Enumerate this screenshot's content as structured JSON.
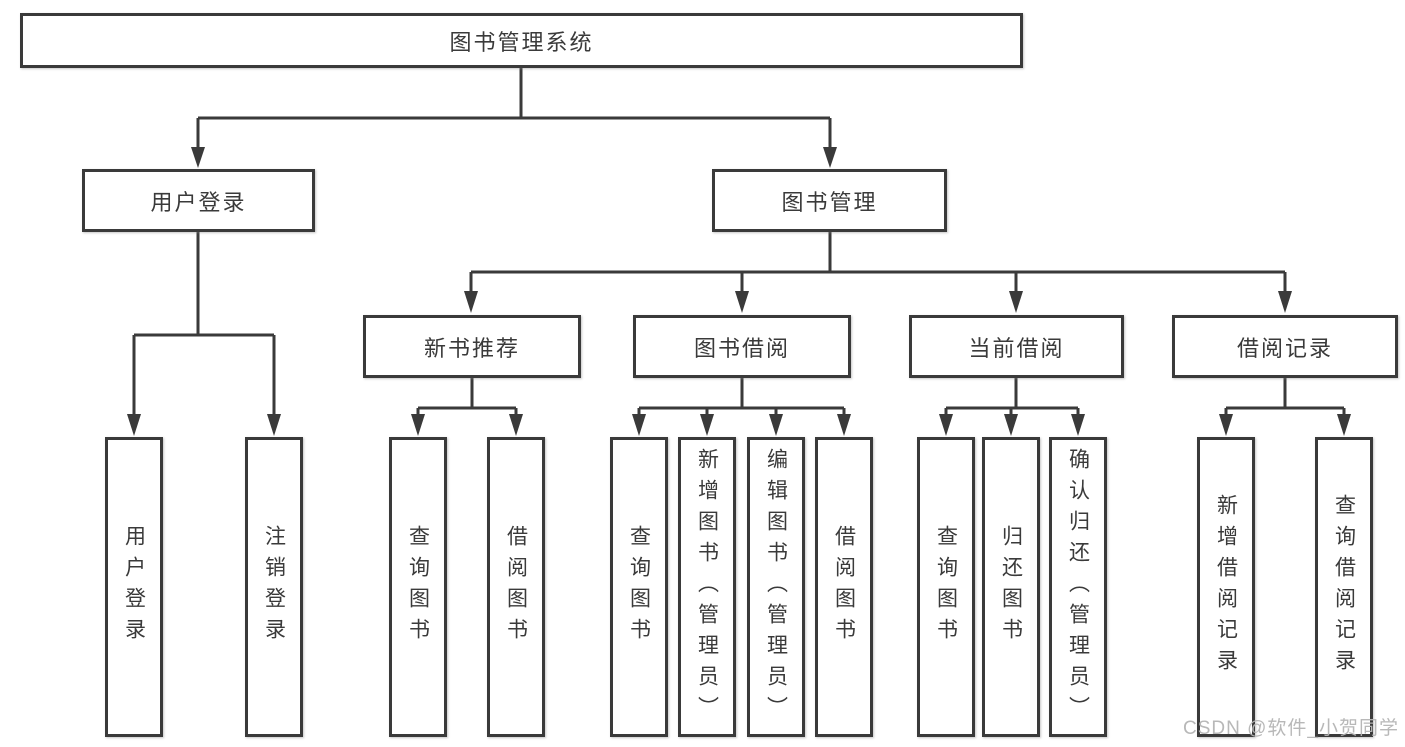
{
  "tree": {
    "label": "图书管理系统",
    "children": [
      {
        "label": "用户登录",
        "children": [
          {
            "label": "用户登录"
          },
          {
            "label": "注销登录"
          }
        ]
      },
      {
        "label": "图书管理",
        "children": [
          {
            "label": "新书推荐",
            "children": [
              {
                "label": "查询图书"
              },
              {
                "label": "借阅图书"
              }
            ]
          },
          {
            "label": "图书借阅",
            "children": [
              {
                "label": "查询图书"
              },
              {
                "label": "新增图书（管理员）"
              },
              {
                "label": "编辑图书（管理员）"
              },
              {
                "label": "借阅图书"
              }
            ]
          },
          {
            "label": "当前借阅",
            "children": [
              {
                "label": "查询图书"
              },
              {
                "label": "归还图书"
              },
              {
                "label": "确认归还（管理员）"
              }
            ]
          },
          {
            "label": "借阅记录",
            "children": [
              {
                "label": "新增借阅记录"
              },
              {
                "label": "查询借阅记录"
              }
            ]
          }
        ]
      }
    ]
  },
  "watermark": {
    "text": "CSDN @软件_小贺同学"
  },
  "colors": {
    "line": "#3a3a3a",
    "text": "#3a3a3a",
    "box_background": "#ffffff",
    "watermark": "#b4b4b4"
  }
}
